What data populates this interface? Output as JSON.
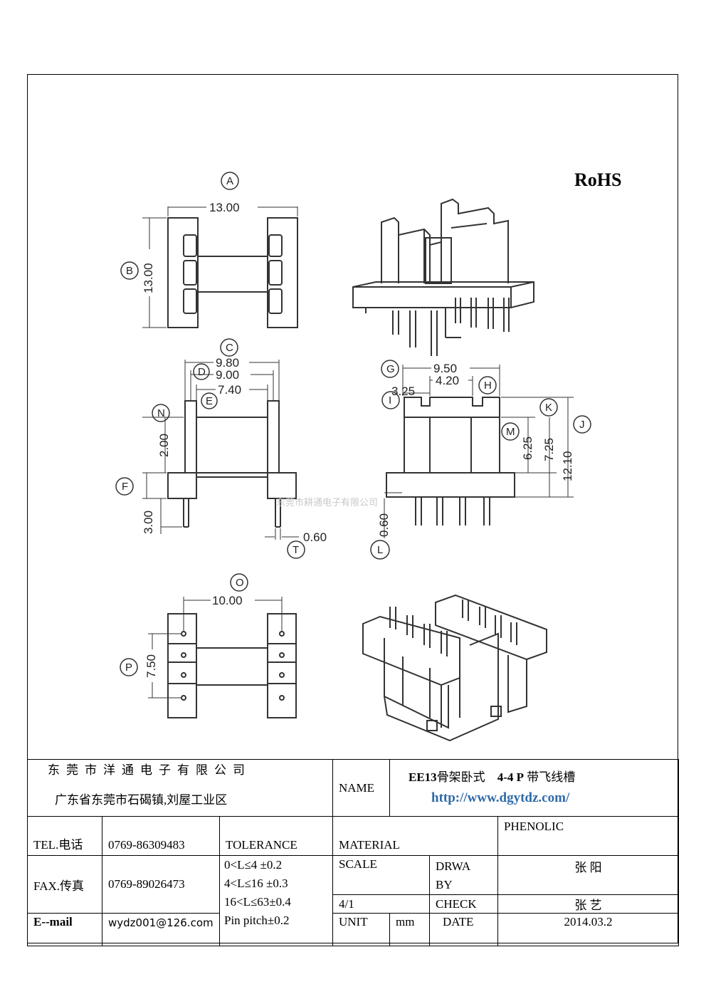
{
  "rohs": "RoHS",
  "watermark": "东莞市耕通电子有限公司",
  "dims": {
    "A": "13.00",
    "B": "13.00",
    "C": "9.80",
    "D": "9.00",
    "E": "7.40",
    "N": "2.00",
    "F": "3.00",
    "T": "0.60",
    "G": "9.50",
    "H": "4.20",
    "I": "3.25",
    "K": "7.25",
    "M": "6.25",
    "J": "12.10",
    "L": "0.60",
    "O": "10.00",
    "P": "7.50"
  },
  "labels": {
    "A": "A",
    "B": "B",
    "C": "C",
    "D": "D",
    "E": "E",
    "N": "N",
    "F": "F",
    "T": "T",
    "G": "G",
    "H": "H",
    "I": "I",
    "K": "K",
    "M": "M",
    "J": "J",
    "L": "L",
    "O": "O",
    "P": "P"
  },
  "title_block": {
    "company": "东莞市洋通电子有限公司",
    "address": "广东省东莞市石碣镇,刘屋工业区",
    "name_label": "NAME",
    "part_name_bold": "EE13",
    "part_name_1": "骨架卧式",
    "part_name_bold2": "4-4 P",
    "part_name_2": "带飞线槽",
    "url": "http://www.dgytdz.com/",
    "tel_label": "TEL.电话",
    "tel": "0769-86309483",
    "tolerance_label": "TOLERANCE",
    "material_label": "MATERIAL",
    "material": "PHENOLIC",
    "fax_label": "FAX.传真",
    "fax": "0769-89026473",
    "tol_lines": [
      "0<L≤4 ±0.2",
      "4<L≤16 ±0.3",
      "16<L≤63±0.4",
      "Pin pitch±0.2"
    ],
    "scale_label": "SCALE",
    "scale": "4/1",
    "drawn_label_1": "DRWA",
    "drawn_label_2": "BY",
    "drawn_by": "张 阳",
    "check_label": "CHECK",
    "checked_by": "张 艺",
    "email_label": "E--mail",
    "email": "wydz001@126.com",
    "unit_label": "UNIT",
    "unit": "mm",
    "date_label": "DATE",
    "date": "2014.03.2"
  }
}
